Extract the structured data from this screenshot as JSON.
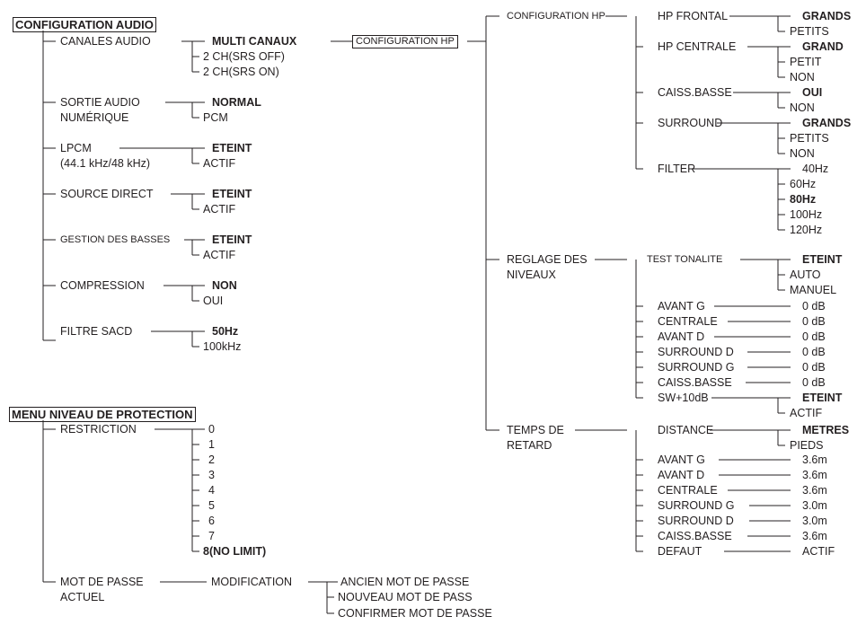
{
  "audio": {
    "title": "CONFIGURATION AUDIO",
    "canales": {
      "label": "CANALES AUDIO",
      "options": [
        "MULTI CANAUX",
        "2 CH(SRS OFF)",
        "2 CH(SRS ON)"
      ],
      "link": "CONFIGURATION HP"
    },
    "sortie": {
      "label1": "SORTIE AUDIO",
      "label2": "NUMÉRIQUE",
      "options": [
        "NORMAL",
        "PCM"
      ]
    },
    "lpcm": {
      "label1": "LPCM",
      "label2": "(44.1 kHz/48 kHz)",
      "options": [
        "ETEINT",
        "ACTIF"
      ]
    },
    "source": {
      "label": "SOURCE DIRECT",
      "options": [
        "ETEINT",
        "ACTIF"
      ]
    },
    "gestion": {
      "label": "GESTION DES BASSES",
      "options": [
        "ETEINT",
        "ACTIF"
      ]
    },
    "compression": {
      "label": "COMPRESSION",
      "options": [
        "NON",
        "OUI"
      ]
    },
    "filtre": {
      "label": "FILTRE SACD",
      "options": [
        "50Hz",
        "100kHz"
      ]
    }
  },
  "protection": {
    "title": "MENU NIVEAU DE PROTECTION",
    "restriction": {
      "label": "RESTRICTION",
      "options": [
        "0",
        "1",
        "2",
        "3",
        "4",
        "5",
        "6",
        "7",
        "8(NO LIMIT)"
      ]
    },
    "mot": {
      "label1": "MOT DE PASSE",
      "label2": "ACTUEL",
      "sub": "MODIFICATION",
      "options": [
        "ANCIEN MOT DE PASSE",
        "NOUVEAU MOT DE PASS",
        "CONFIRMER MOT DE PASSE"
      ]
    }
  },
  "hp": {
    "title": "CONFIGURATION HP",
    "frontal": {
      "label": "HP FRONTAL",
      "options": [
        "GRANDS",
        "PETITS"
      ]
    },
    "centrale": {
      "label": "HP CENTRALE",
      "options": [
        "GRAND",
        "PETIT",
        "NON"
      ]
    },
    "caisson": {
      "label": "CAISS.BASSE",
      "options": [
        "OUI",
        "NON"
      ]
    },
    "surround": {
      "label": "SURROUND",
      "options": [
        "GRANDS",
        "PETITS",
        "NON"
      ]
    },
    "filter": {
      "label": "FILTER",
      "options": [
        "40Hz",
        "60Hz",
        "80Hz",
        "100Hz",
        "120Hz"
      ]
    }
  },
  "niveaux": {
    "label1": "REGLAGE DES",
    "label2": "NIVEAUX",
    "test": {
      "label": "TEST TONALITE",
      "options": [
        "ETEINT",
        "AUTO",
        "MANUEL"
      ]
    },
    "items": [
      {
        "label": "AVANT G",
        "value": "0 dB"
      },
      {
        "label": "CENTRALE",
        "value": "0 dB"
      },
      {
        "label": "AVANT D",
        "value": "0 dB"
      },
      {
        "label": "SURROUND D",
        "value": "0 dB"
      },
      {
        "label": "SURROUND G",
        "value": "0 dB"
      },
      {
        "label": "CAISS.BASSE",
        "value": "0 dB"
      }
    ],
    "sw": {
      "label": "SW+10dB",
      "options": [
        "ETEINT",
        "ACTIF"
      ]
    }
  },
  "retard": {
    "label1": "TEMPS DE",
    "label2": "RETARD",
    "distance": {
      "label": "DISTANCE",
      "options": [
        "METRES",
        "PIEDS"
      ]
    },
    "items": [
      {
        "label": "AVANT G",
        "value": "3.6m"
      },
      {
        "label": "AVANT D",
        "value": "3.6m"
      },
      {
        "label": "CENTRALE",
        "value": "3.6m"
      },
      {
        "label": "SURROUND G",
        "value": "3.0m"
      },
      {
        "label": "SURROUND D",
        "value": "3.0m"
      },
      {
        "label": "CAISS.BASSE",
        "value": "3.6m"
      },
      {
        "label": "DEFAUT",
        "value": "ACTIF"
      }
    ]
  }
}
